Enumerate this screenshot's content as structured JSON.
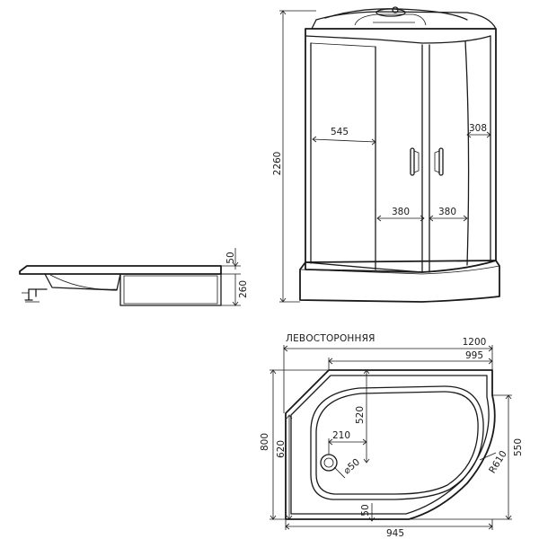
{
  "title": "ЛЕВОСТОРОННЯЯ",
  "front_view": {
    "height": "2260",
    "door_left_width": "545",
    "side_right_width": "308",
    "panel_left": "380",
    "panel_right": "380"
  },
  "side_view": {
    "tray_top": "50",
    "tray_height": "260"
  },
  "plan_view": {
    "total_width": "1200",
    "inner_width": "995",
    "total_depth": "800",
    "depth_620": "620",
    "depth_520": "520",
    "depth_550": "550",
    "drain_offset": "210",
    "radius": "R610",
    "drain_diameter": "⌀50",
    "bottom_offset": "50",
    "bottom_width": "945"
  }
}
